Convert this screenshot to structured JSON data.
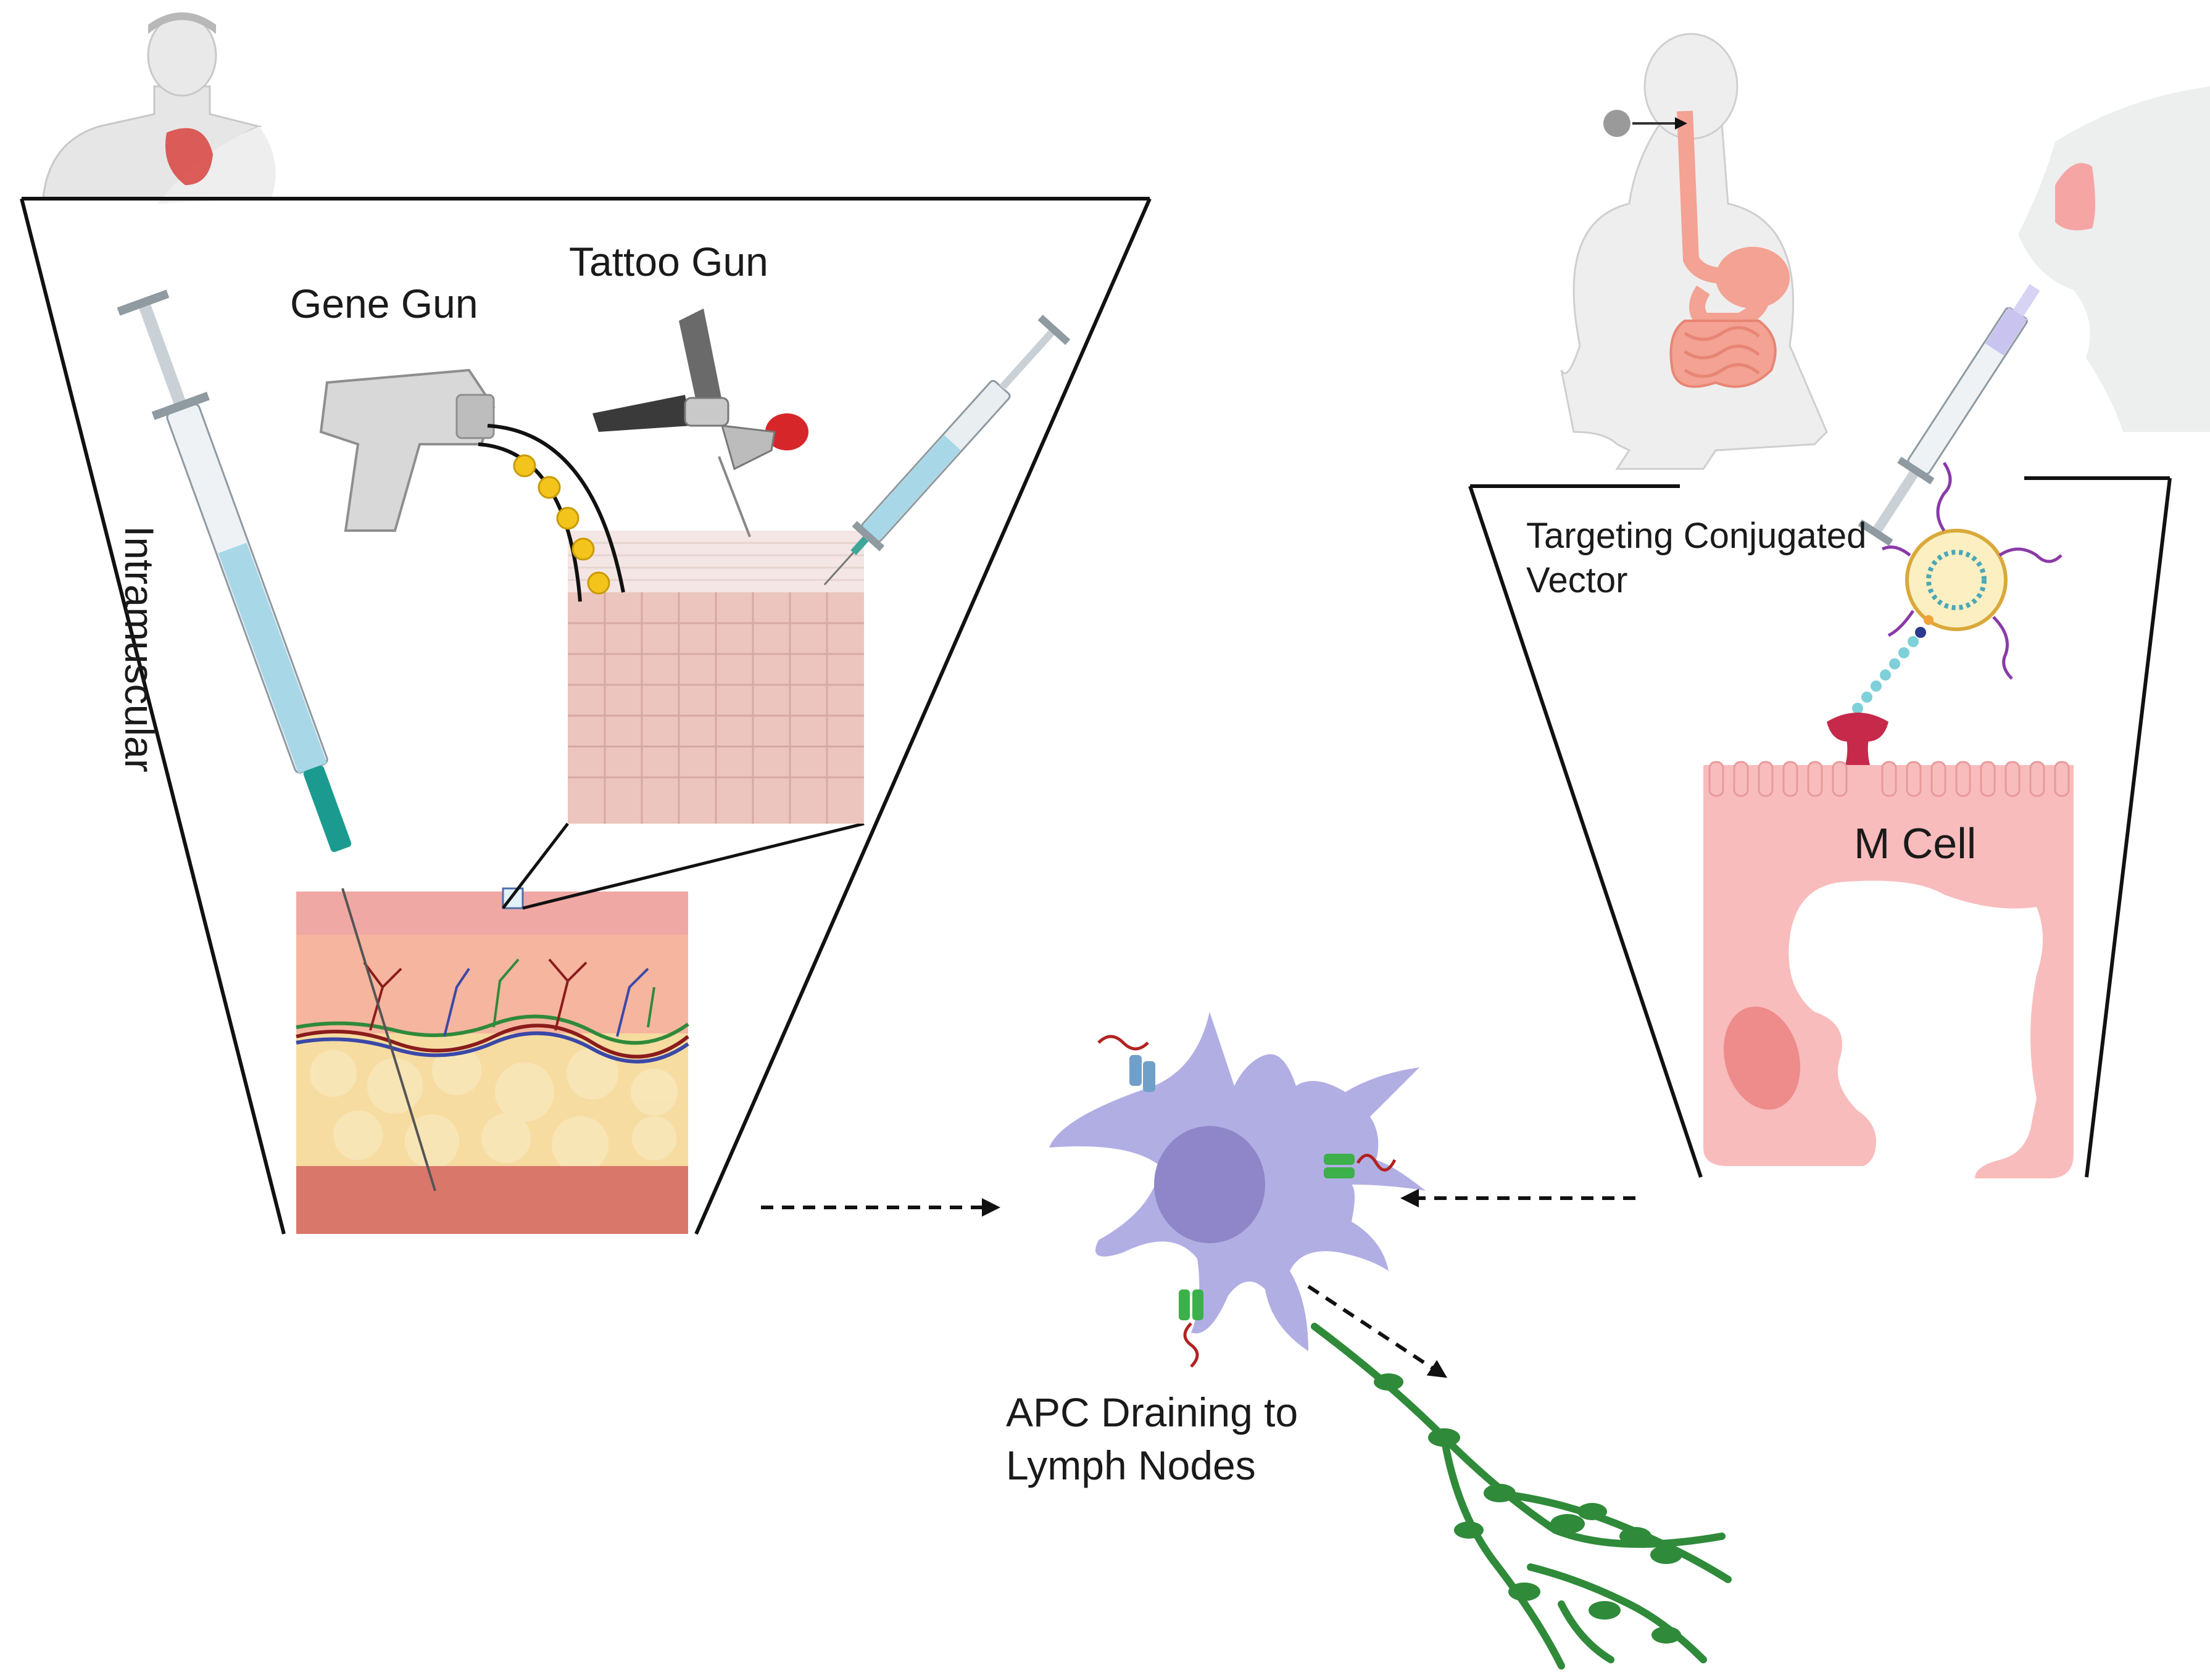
{
  "labels": {
    "gene_gun": "Gene Gun",
    "tattoo_gun": "Tattoo Gun",
    "intramuscular": "Intramuscular",
    "targeting_line1": "Targeting Conjugated",
    "targeting_line2": "Vector",
    "m_cell": "M Cell",
    "apc_line1": "APC Draining to",
    "apc_line2": "Lymph Nodes"
  },
  "icons": [
    "human-shoulder-icon",
    "gene-gun-icon",
    "tattoo-gun-icon",
    "syringe-icon",
    "skin-layers-icon",
    "oral-digestive-tract-icon",
    "nose-icon",
    "nasal-syringe-icon",
    "targeting-vector-icon",
    "m-cell-icon",
    "dendritic-cell-icon",
    "lymph-vessel-icon"
  ],
  "colors": {
    "skin_pink": "#f3b3a4",
    "fat_yellow": "#f6dca0",
    "muscle_red": "#d9776a",
    "m_cell_pink": "#f8bcbc",
    "apc_purple": "#b1aee4",
    "lymph_green": "#2f8a3a",
    "gold_particle": "#f2c41c",
    "syringe_fluid": "#a8d8e8"
  }
}
